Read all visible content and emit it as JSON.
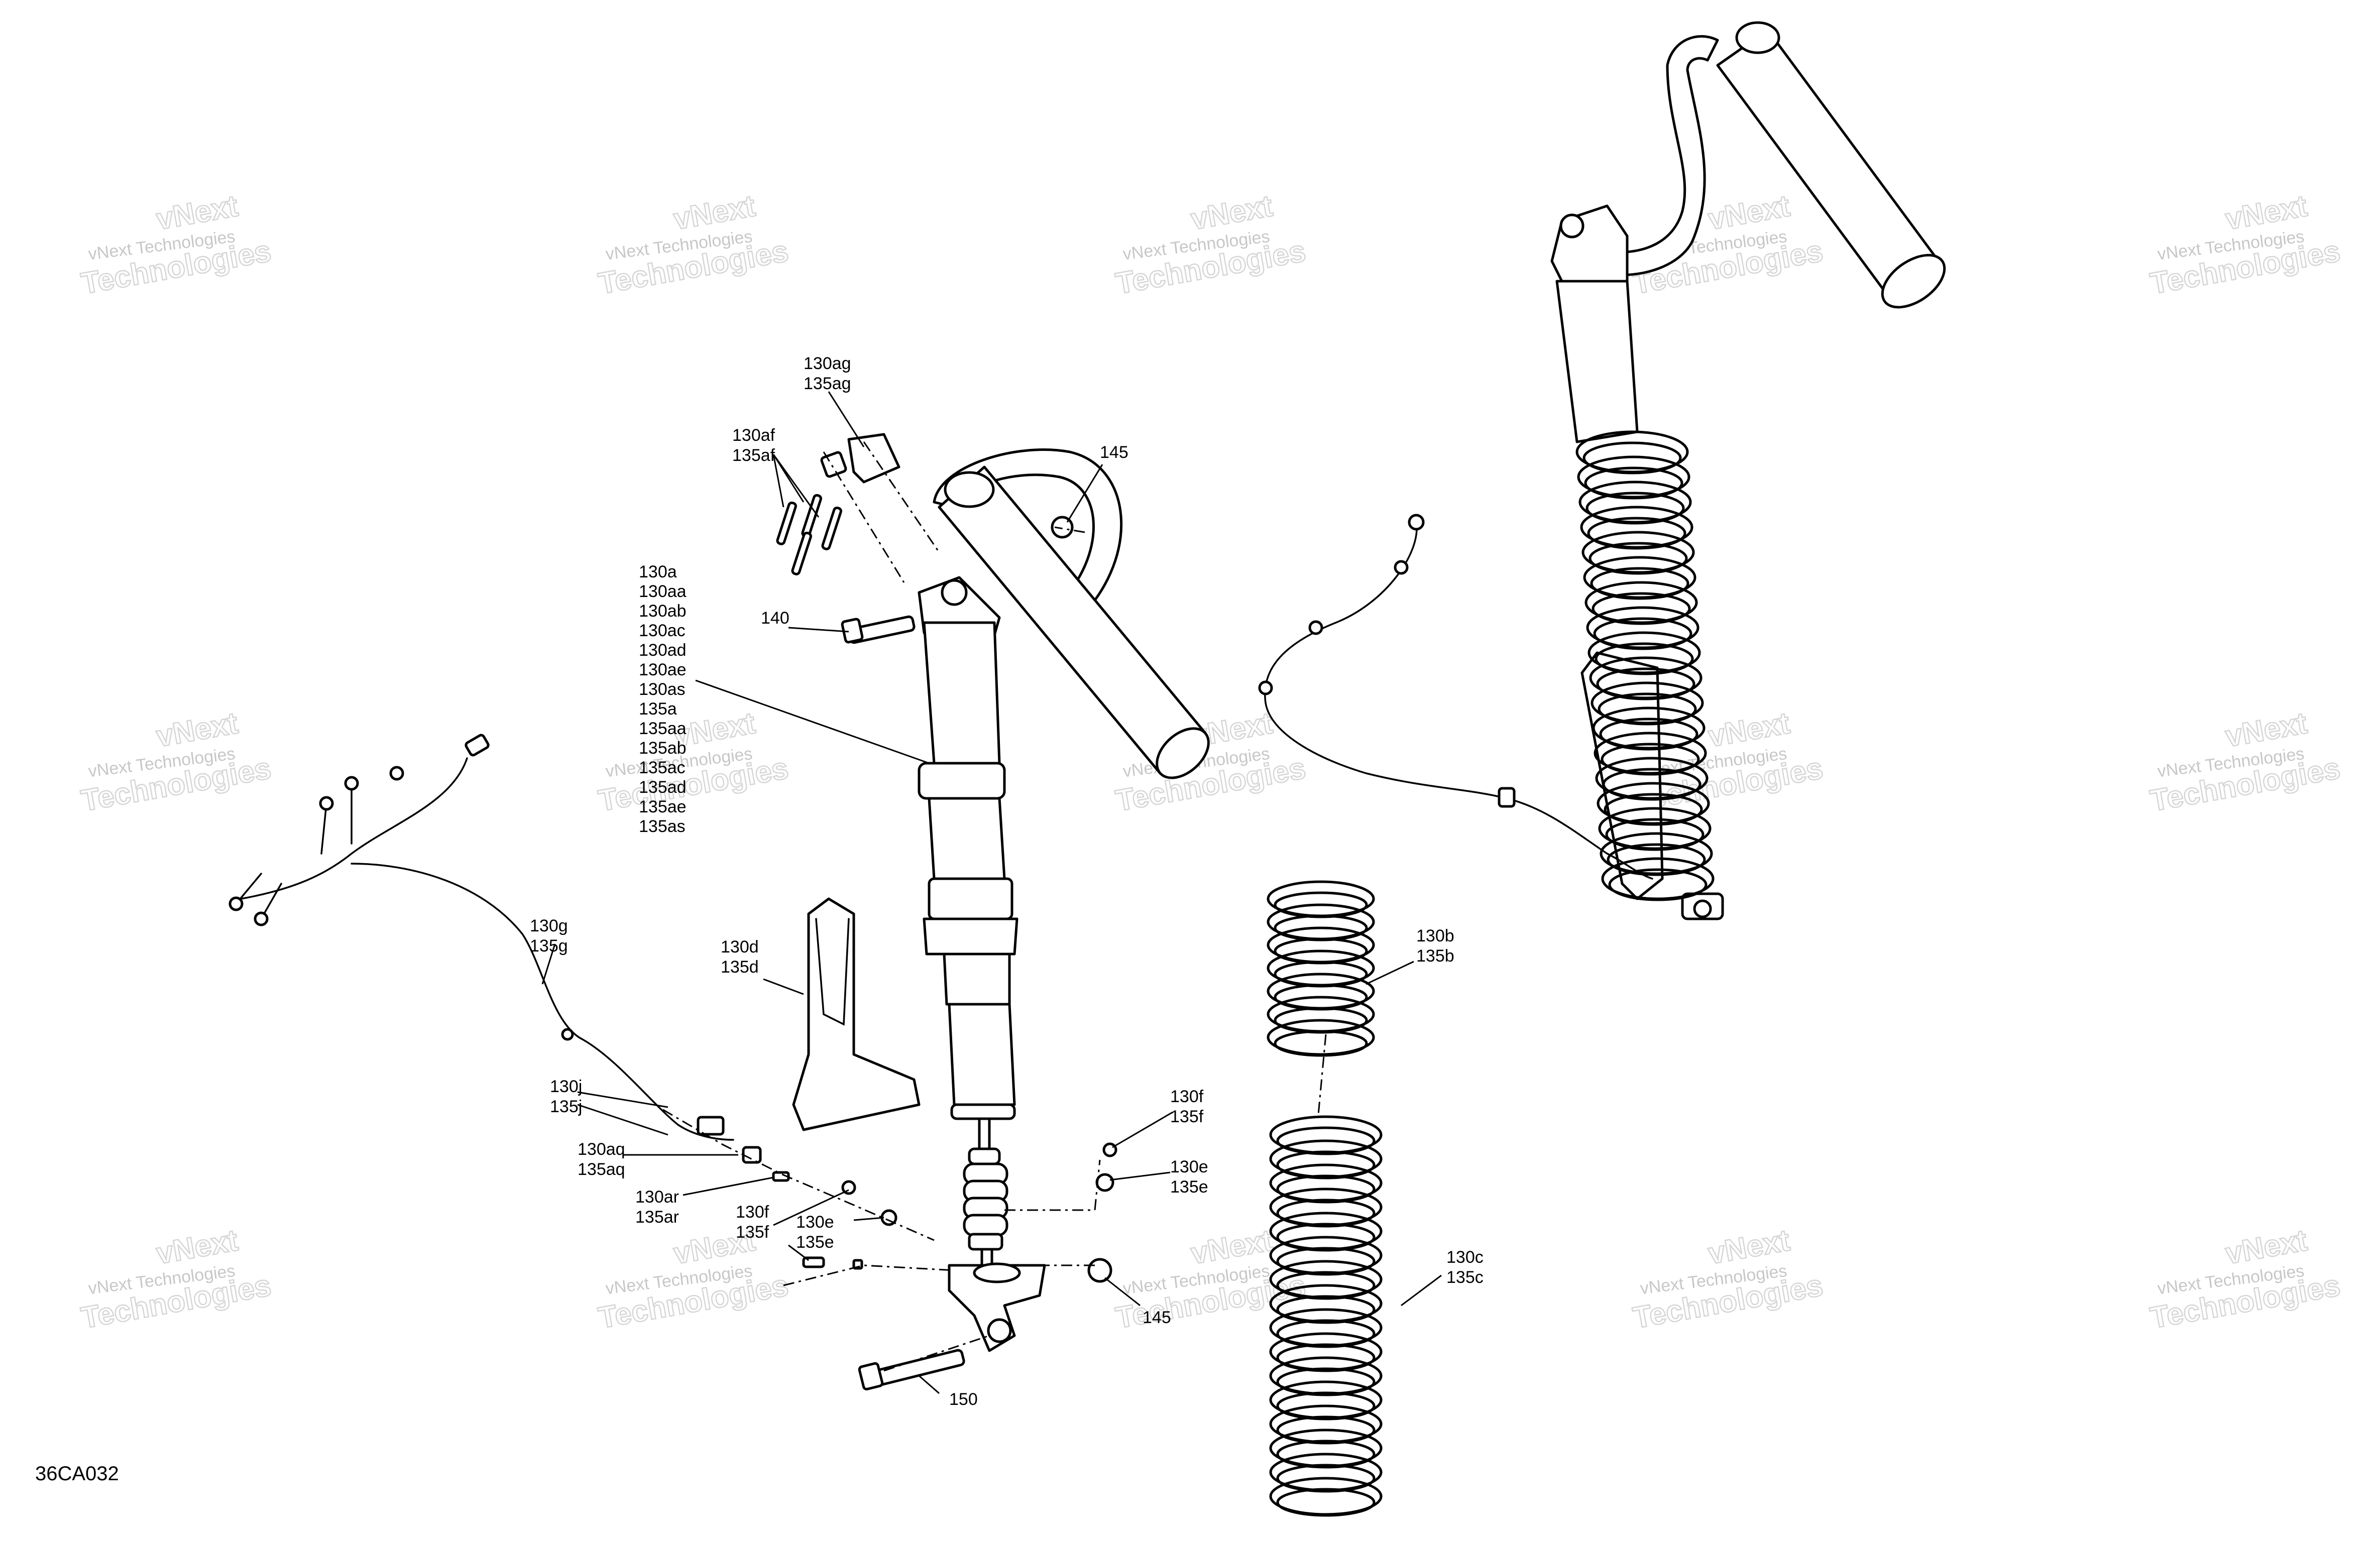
{
  "diagram": {
    "figure_id": "36CA032",
    "watermark": {
      "line1": "vNext Technologies",
      "line2": "Technologies",
      "line3": "vNext"
    },
    "callouts": {
      "c130ag": [
        "130ag",
        "135ag"
      ],
      "c130af": [
        "130af",
        "135af"
      ],
      "c145a": [
        "145"
      ],
      "c140": [
        "140"
      ],
      "c130a": [
        "130a",
        "130aa",
        "130ab",
        "130ac",
        "130ad",
        "130ae",
        "130as",
        "135a",
        "135aa",
        "135ab",
        "135ac",
        "135ad",
        "135ae",
        "135as"
      ],
      "c130g": [
        "130g",
        "135g"
      ],
      "c130d": [
        "130d",
        "135d"
      ],
      "c130j": [
        "130j",
        "135j"
      ],
      "c130aq": [
        "130aq",
        "135aq"
      ],
      "c130ar": [
        "130ar",
        "135ar"
      ],
      "c130f_left": [
        "130f",
        "135f"
      ],
      "c130e_left": [
        "130e",
        "135e"
      ],
      "c130f_right": [
        "130f",
        "135f"
      ],
      "c130e_right": [
        "130e",
        "135e"
      ],
      "c145b": [
        "145"
      ],
      "c150": [
        "150"
      ],
      "c130b": [
        "130b",
        "135b"
      ],
      "c130c": [
        "130c",
        "135c"
      ]
    }
  }
}
